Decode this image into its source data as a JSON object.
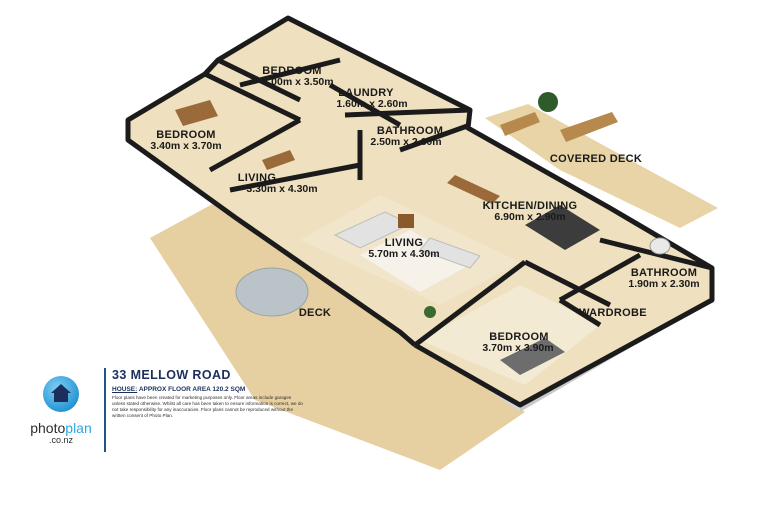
{
  "floorplan": {
    "rooms": [
      {
        "name": "BEDROOM",
        "dims": "3.00m x 3.50m"
      },
      {
        "name": "LAUNDRY",
        "dims": "1.60m x 2.60m"
      },
      {
        "name": "BEDROOM",
        "dims": "3.40m x 3.70m"
      },
      {
        "name": "BATHROOM",
        "dims": "2.50m x 2.60m"
      },
      {
        "name": "LIVING",
        "dims": "3.30m x 4.30m"
      },
      {
        "name": "KITCHEN/DINING",
        "dims": "6.90m x 2.90m"
      },
      {
        "name": "LIVING",
        "dims": "5.70m x 4.30m"
      },
      {
        "name": "BATHROOM",
        "dims": "1.90m x 2.30m"
      },
      {
        "name": "WARDROBE",
        "dims": ""
      },
      {
        "name": "BEDROOM",
        "dims": "3.70m x 3.90m"
      }
    ],
    "outdoor": {
      "covered_deck": "COVERED DECK",
      "deck": "DECK"
    }
  },
  "legend": {
    "address": "33 MELLOW ROAD",
    "house_label": "HOUSE:",
    "floor_area": "APPROX FLOOR AREA 120.2 SQM",
    "disclaimer": "Floor plans have been created for marketing purposes only. Floor areas include garages unless stated otherwise. Whilst all care has been taken to ensure information is correct, we do not take responsibility for any inaccuracies. Floor plans cannot be reproduced without the written consent of Photo Plan.",
    "logo_text_a": "photo",
    "logo_text_b": "plan",
    "logo_domain": ".co.nz"
  },
  "colors": {
    "wall": "#1b1b1b",
    "floor": "#ecdcba",
    "deck": "#e6cfa0",
    "wall_face": "#d9d9d9",
    "brand_blue": "#2ea7e0",
    "navy": "#1c2f5c"
  }
}
